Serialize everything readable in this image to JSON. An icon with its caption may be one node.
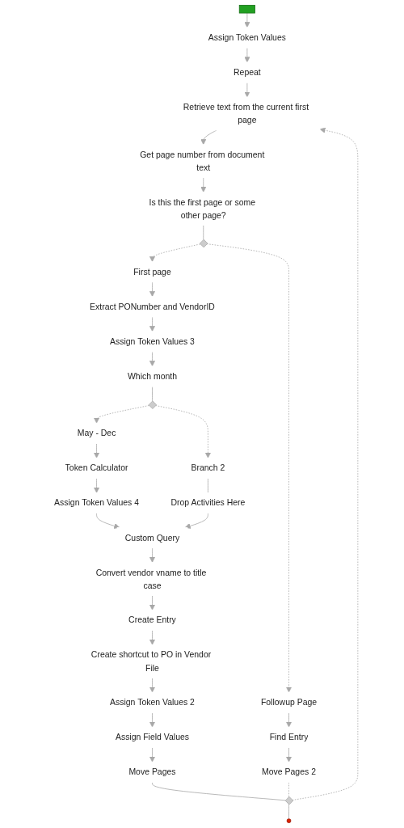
{
  "diagram": {
    "nodes": [
      {
        "text": [],
        "shape": "box"
      },
      {
        "text": [
          "Assign Token Values"
        ]
      },
      {
        "text": [
          "Repeat"
        ]
      },
      {
        "text": [
          "Retrieve text from the current first page"
        ]
      },
      {
        "text": [
          "Get page number from document text"
        ]
      },
      {
        "text": [
          "Is this the first page or some other page?"
        ]
      },
      {
        "text": [],
        "shape": "diamond"
      },
      {
        "text": [
          "First page"
        ]
      },
      {
        "text": [
          "Extract PONumber and VendorID"
        ]
      },
      {
        "text": [
          "Assign Token Values 3"
        ]
      },
      {
        "text": [
          "Which month"
        ]
      },
      {
        "text": [],
        "shape": "diamond"
      },
      {
        "text": [
          "May - Dec"
        ]
      },
      {
        "text": [
          "Token Calculator"
        ]
      },
      {
        "text": [
          "Assign Token Values 4"
        ]
      },
      {
        "text": [
          "Branch 2"
        ]
      },
      {
        "text": [
          "Drop Activities Here"
        ]
      },
      {
        "text": [
          "Custom Query"
        ]
      },
      {
        "text": [
          "Convert vendor vname to title case"
        ]
      },
      {
        "text": [
          "Create Entry"
        ]
      },
      {
        "text": [
          "Create shortcut to PO in Vendor File"
        ]
      },
      {
        "text": [
          "Assign Token Values 2"
        ]
      },
      {
        "text": [
          "Assign Field Values"
        ]
      },
      {
        "text": [
          "Move Pages"
        ]
      },
      {
        "text": [
          "Followup Page"
        ]
      },
      {
        "text": [
          "Find Entry"
        ]
      },
      {
        "text": [
          "Move Pages 2"
        ]
      },
      {
        "text": [],
        "shape": "diamond"
      },
      {
        "text": [],
        "shape": "circle"
      }
    ],
    "edges": [
      {
        "from": 0,
        "to": 1,
        "arrow": "to"
      },
      {
        "from": 1,
        "to": 2,
        "arrow": "to"
      },
      {
        "from": 2,
        "to": 3,
        "arrow": "to"
      },
      {
        "from": 3,
        "to": 4,
        "arrow": "to"
      },
      {
        "from": 4,
        "to": 5,
        "arrow": "to"
      },
      {
        "from": 5,
        "to": 6,
        "arrow": "none"
      },
      {
        "from": 6,
        "to": 7,
        "arrow": "to",
        "style": "dashed"
      },
      {
        "from": 6,
        "to": 24,
        "arrow": "to",
        "style": "dashed"
      },
      {
        "from": 7,
        "to": 8,
        "arrow": "to"
      },
      {
        "from": 8,
        "to": 9,
        "arrow": "to"
      },
      {
        "from": 9,
        "to": 10,
        "arrow": "to"
      },
      {
        "from": 10,
        "to": 11,
        "arrow": "none"
      },
      {
        "from": 11,
        "to": 12,
        "arrow": "to",
        "style": "dashed"
      },
      {
        "from": 11,
        "to": 15,
        "arrow": "to",
        "style": "dashed"
      },
      {
        "from": 12,
        "to": 13,
        "arrow": "to"
      },
      {
        "from": 13,
        "to": 14,
        "arrow": "to"
      },
      {
        "from": 15,
        "to": 16,
        "arrow": "none"
      },
      {
        "from": 14,
        "to": 17,
        "arrow": "to"
      },
      {
        "from": 16,
        "to": 17,
        "arrow": "to"
      },
      {
        "from": 17,
        "to": 18,
        "arrow": "to"
      },
      {
        "from": 18,
        "to": 19,
        "arrow": "to"
      },
      {
        "from": 19,
        "to": 20,
        "arrow": "to"
      },
      {
        "from": 20,
        "to": 21,
        "arrow": "to"
      },
      {
        "from": 21,
        "to": 22,
        "arrow": "to"
      },
      {
        "from": 22,
        "to": 23,
        "arrow": "to"
      },
      {
        "from": 24,
        "to": 25,
        "arrow": "to"
      },
      {
        "from": 25,
        "to": 26,
        "arrow": "to"
      },
      {
        "from": 23,
        "to": 27,
        "arrow": "none"
      },
      {
        "from": 26,
        "to": 27,
        "arrow": "none",
        "style": "dashed"
      },
      {
        "from": 27,
        "to": 3,
        "arrow": "to",
        "style": "dashed"
      },
      {
        "from": 27,
        "to": 28,
        "arrow": "none"
      }
    ]
  }
}
